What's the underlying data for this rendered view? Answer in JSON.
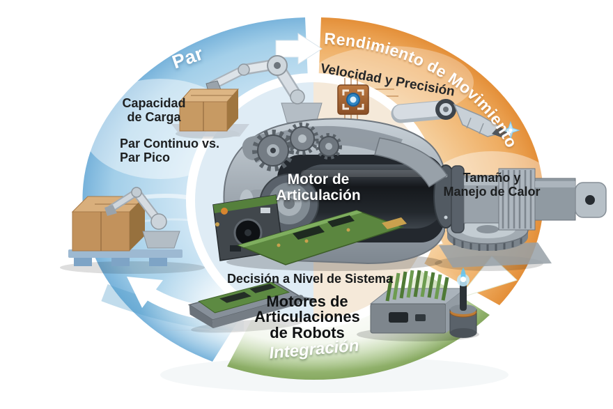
{
  "title": "Motores de Articulaciones de Robots",
  "colors": {
    "background": "#ffffff",
    "torque_blue": "#76b2da",
    "motion_orange": "#e1882f",
    "integration_green": "#7da055",
    "arrow_white": "#ffffff",
    "text_dark": "#1d1f20",
    "text_light": "#ffffff"
  },
  "center": {
    "label_line1": "Motor de",
    "label_line2": "Articulación"
  },
  "sections": {
    "torque": {
      "title": "Par",
      "load_line1": "Capacidad",
      "load_line2": "de Carga",
      "continuous_line1": "Par Continuo vs.",
      "continuous_line2": "Par Pico"
    },
    "motion": {
      "title": "Rendimiento de Movimiento",
      "speed_precision": "Velocidad y Precisión",
      "size_line1": "Tamaño y",
      "size_line2": "Manejo de Calor"
    },
    "integration": {
      "title": "Integración"
    },
    "system": {
      "subtitle": "Decisión a Nivel de Sistema",
      "title_line1": "Motores de",
      "title_line2": "Articulaciones",
      "title_line3": "de Robots"
    }
  },
  "icons": {
    "chip": "chip-icon",
    "robot_arm_top": "robot-arm-lifting-box-icon",
    "robot_arm_left": "robot-arm-pallet-icon",
    "robot_finger": "robot-finger-icon",
    "sparkle": "sparkle-icon",
    "joint_motor": "joint-motor-illustration",
    "controller_board": "motor-controller-board-icon",
    "compact_motor": "compact-motor-icon",
    "heatsink_driver": "heatsink-driver-icon",
    "cycle_arrows": "cycle-arrow-icon"
  }
}
